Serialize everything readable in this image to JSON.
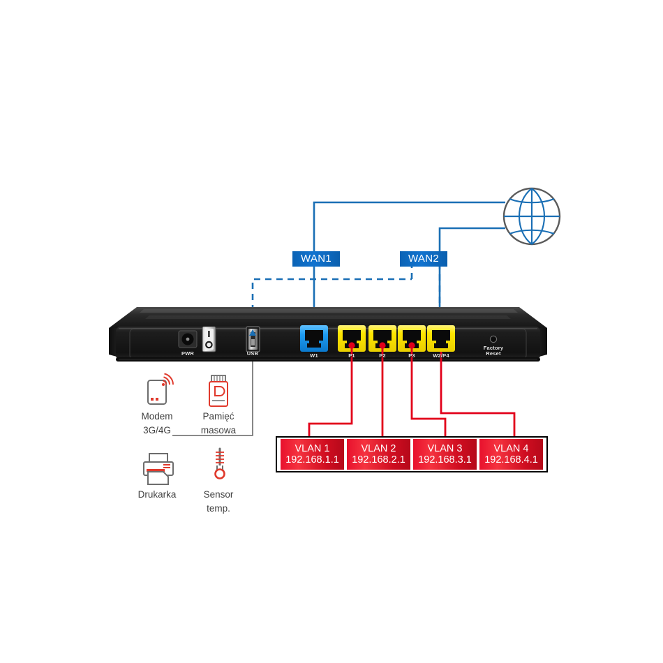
{
  "diagram": {
    "title": "Router WAN and VLAN connectivity diagram",
    "colors": {
      "wan_blue": "#0b63b5",
      "link_blue": "#1a6fb5",
      "vlan_red": "#e8112d",
      "router_black": "#1a1a1a",
      "lan_yellow": "#ffe800",
      "wan_port_blue": "#2196f3",
      "icon_gray": "#6d6d6d",
      "icon_red": "#e0392c",
      "globe_outline": "#5a5a5a"
    }
  },
  "internet": {
    "icon": "globe-icon",
    "label": ""
  },
  "wan_links": [
    {
      "id": "wan1",
      "label": "WAN1"
    },
    {
      "id": "wan2",
      "label": "WAN2"
    }
  ],
  "router": {
    "label": "",
    "reset": {
      "line1": "Factory",
      "line2": "Reset"
    },
    "ports": [
      {
        "id": "pwr",
        "label": "PWR",
        "type": "power-jack"
      },
      {
        "id": "usb",
        "label": "USB",
        "type": "usb-port"
      },
      {
        "id": "w1",
        "label": "W1",
        "type": "rj45-wan"
      },
      {
        "id": "p1",
        "label": "P1",
        "type": "rj45-lan"
      },
      {
        "id": "p2",
        "label": "P2",
        "type": "rj45-lan"
      },
      {
        "id": "p3",
        "label": "P3",
        "type": "rj45-lan"
      },
      {
        "id": "w2p4",
        "label": "W2/P4",
        "type": "rj45-lan"
      }
    ],
    "power_switch": {
      "on_mark": "I",
      "off_mark": "O"
    }
  },
  "vlans": [
    {
      "name": "VLAN 1",
      "ip": "192.168.1.1",
      "port": "P1"
    },
    {
      "name": "VLAN 2",
      "ip": "192.168.2.1",
      "port": "P2"
    },
    {
      "name": "VLAN 3",
      "ip": "192.168.3.1",
      "port": "P3"
    },
    {
      "name": "VLAN 4",
      "ip": "192.168.4.1",
      "port": "W2/P4"
    }
  ],
  "usb_devices": [
    {
      "id": "modem",
      "icon": "wireless-modem-icon",
      "line1": "Modem",
      "line2": "3G/4G"
    },
    {
      "id": "storage",
      "icon": "usb-flash-drive-icon",
      "line1": "Pamięć",
      "line2": "masowa"
    },
    {
      "id": "printer",
      "icon": "printer-icon",
      "line1": "Drukarka",
      "line2": ""
    },
    {
      "id": "sensor",
      "icon": "thermometer-icon",
      "line1": "Sensor",
      "line2": "temp."
    }
  ]
}
